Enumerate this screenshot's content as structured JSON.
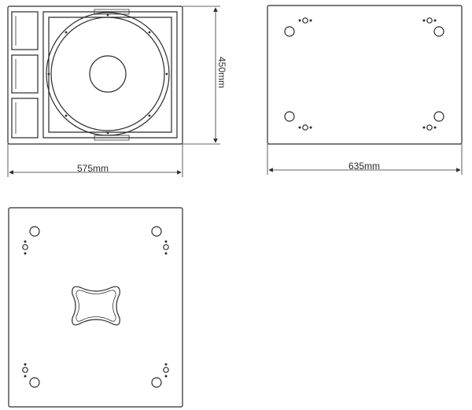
{
  "dimensions": {
    "front_width": "575mm",
    "front_height": "450mm",
    "top_width": "635mm"
  }
}
